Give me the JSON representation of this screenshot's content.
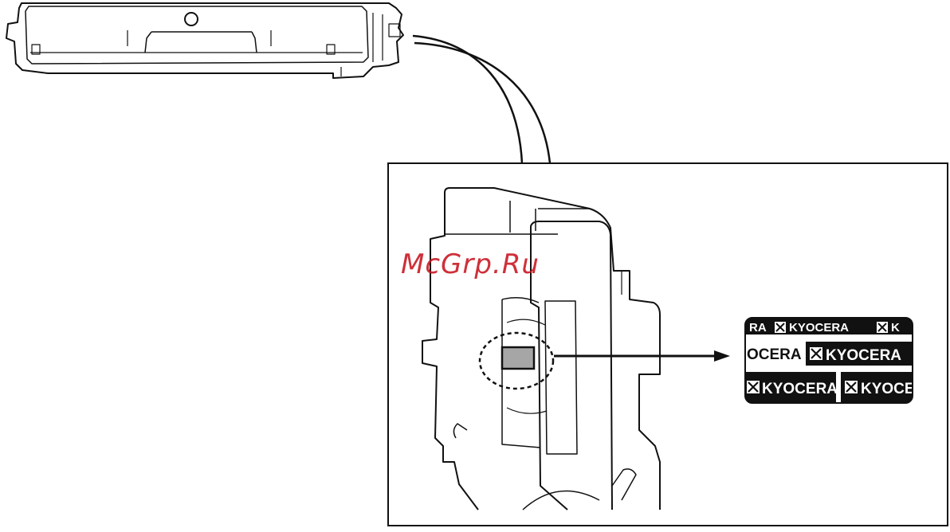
{
  "watermark": {
    "text": "McGrp.Ru",
    "color": "#c8141e"
  },
  "label": {
    "brand_text": "KYOCERA",
    "rows": [
      {
        "segments": [
          "RA",
          "KYOCERA",
          "K"
        ]
      },
      {
        "segments": [
          "OCERA",
          "KYOCERA"
        ]
      },
      {
        "segments": [
          "KYOCERA",
          "KYOCE"
        ]
      }
    ]
  },
  "icons": [
    "kyocera-logo-icon",
    "arrow-right-icon"
  ],
  "colors": {
    "line": "#111111",
    "chip_fill": "#a6a6a6",
    "label_bg": "#111111",
    "label_text": "#ffffff"
  }
}
